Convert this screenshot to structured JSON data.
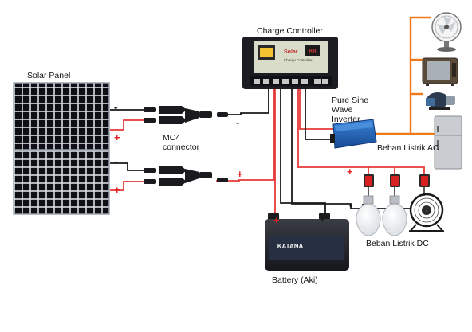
{
  "labels": {
    "solar_panel": "Solar Panel",
    "charge_controller": "Charge Controller",
    "mc4_line1": "MC4",
    "mc4_line2": "connector",
    "inverter_line1": "Pure Sine",
    "inverter_line2": "Wave",
    "inverter_line3": "Inverter",
    "load_ac": "Beban Listrik AC",
    "load_dc": "Beban Listrik DC",
    "battery": "Battery (Aki)",
    "battery_brand": "KATANA",
    "controller_brand": "Solar",
    "controller_sub": "Charge Controller"
  },
  "polarity": {
    "plus": "+",
    "minus": "-"
  },
  "colors": {
    "positive_wire": "#e83a3a",
    "negative_wire": "#1a1a1a",
    "ac_wire": "#f07a1a",
    "inverter": "#1f5fb5",
    "switch": "#d82020"
  },
  "icons": {
    "panels": "solar-panel-icon",
    "controller": "charge-controller-icon",
    "inverter": "inverter-icon",
    "fan": "desk-fan-icon",
    "tv": "television-icon",
    "pump": "water-pump-icon",
    "fridge": "refrigerator-icon",
    "bulbs": "light-bulb-icon",
    "dc_fan": "dc-fan-icon",
    "battery": "battery-icon",
    "switches": "rocker-switch-icon",
    "mc4": "mc4-connector-icon"
  }
}
